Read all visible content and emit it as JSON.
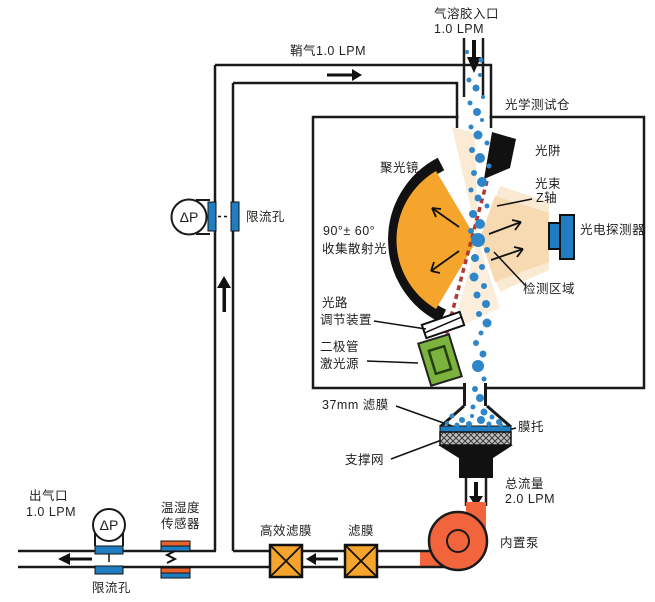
{
  "labels": {
    "aerosol_inlet": {
      "line1": "气溶胶入口",
      "line2": "1.0 LPM"
    },
    "sheath_gas": "鞘气1.0 LPM",
    "optical_chamber": "光学测试仓",
    "light_trap": "光阱",
    "beam": {
      "line1": "光束",
      "line2": "Z轴"
    },
    "condenser": "聚光镜",
    "collection": {
      "line1": "90°± 60°",
      "line2": "收集散射光"
    },
    "photodetector": "光电探测器",
    "detection_area": "检测区域",
    "beam_adjuster": {
      "line1": "光路",
      "line2": "调节装置"
    },
    "diode_laser": {
      "line1": "二极管",
      "line2": "激光源"
    },
    "filter_37mm": "37mm 滤膜",
    "membrane_holder": "膜托",
    "support_mesh": "支撑网",
    "total_flow": {
      "line1": "总流量",
      "line2": "2.0 LPM"
    },
    "internal_pump": "内置泵",
    "hepa_filter": "高效滤膜",
    "filter": "滤膜",
    "th_sensor": {
      "line1": "温湿度",
      "line2": "传感器"
    },
    "outlet": {
      "line1": "出气口",
      "line2": "1.0 LPM"
    },
    "orifice_top": "限流孔",
    "orifice_bottom": "限流孔",
    "dp_top": "ΔP",
    "dp_bottom": "ΔP"
  },
  "flows": {
    "aerosol_inlet_lpm": "1.0 LPM",
    "sheath_lpm": "1.0 LPM",
    "total_lpm": "2.0 LPM",
    "outlet_lpm": "1.0 LPM"
  },
  "colors": {
    "mirror_orange": "#F5A42C",
    "pump_orange": "#F2653C",
    "component_blue": "#1F7EC2",
    "particle_blue": "#2E86C8",
    "laser_green": "#7CB23E",
    "beam_red": "#B23A32",
    "cone_pale": "#F7D9B2",
    "line_black": "#1a1a1a"
  }
}
